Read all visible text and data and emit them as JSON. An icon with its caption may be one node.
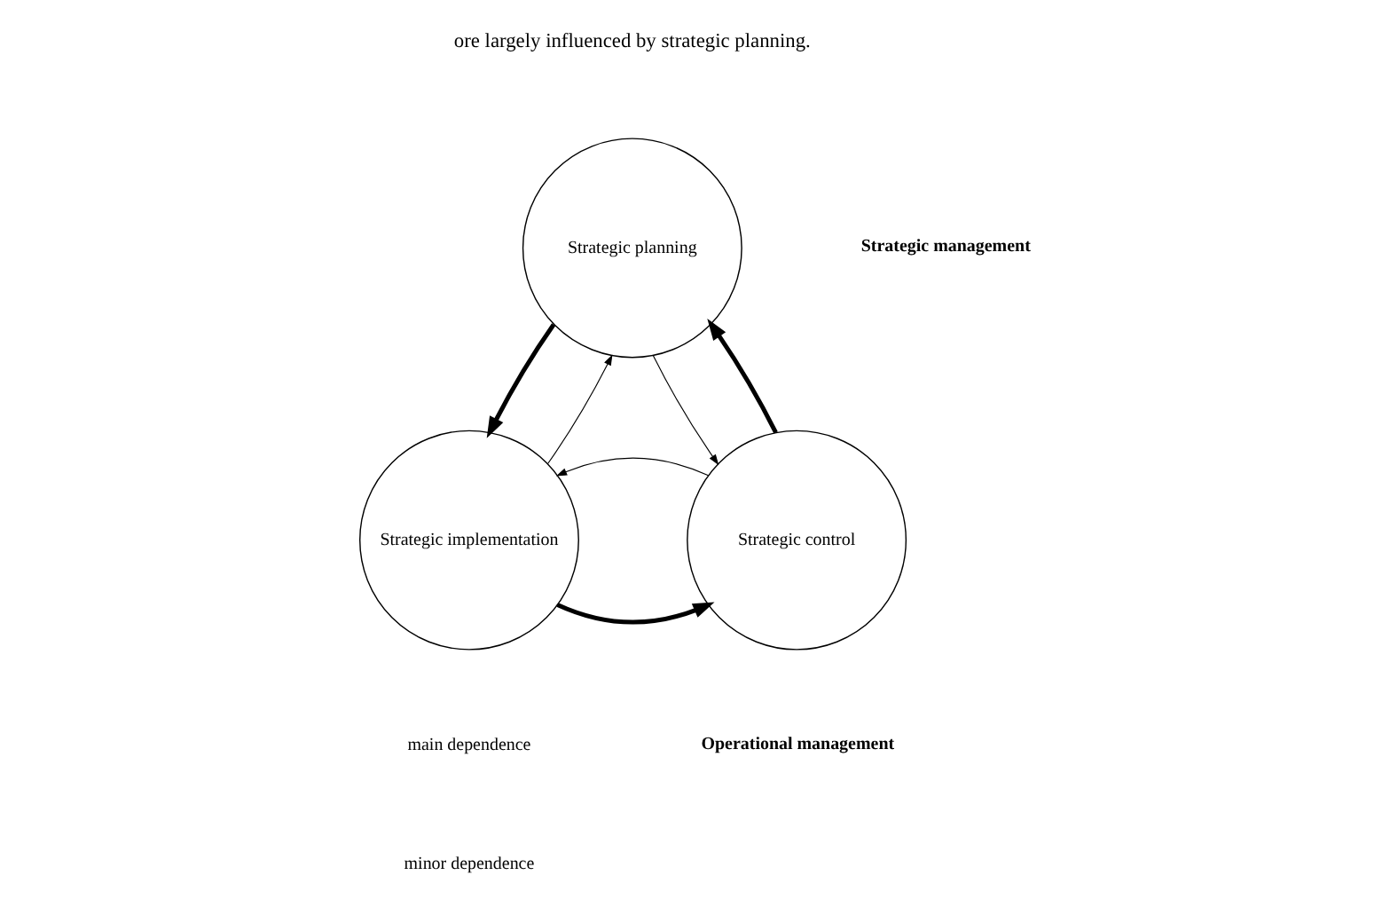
{
  "diagram": {
    "nodes": [
      {
        "text": [
          "Strategic planning"
        ]
      },
      {
        "text": [
          "Strategic implementation"
        ]
      },
      {
        "text": [
          "Strategic control"
        ]
      }
    ],
    "edges": [
      {
        "from": 1,
        "to": 0,
        "arrow": "to"
      },
      {
        "from": 0,
        "to": 1,
        "arrow": "to",
        "style": "thick"
      },
      {
        "from": 0,
        "to": 2,
        "arrow": "to"
      },
      {
        "from": 2,
        "to": 0,
        "arrow": "to",
        "style": "thick"
      },
      {
        "from": 1,
        "to": 2,
        "arrow": "to",
        "style": "thick"
      },
      {
        "from": 2,
        "to": 1,
        "arrow": "to"
      }
    ],
    "labels": [
      "ore largely influenced by strategic planning.",
      "Strategic management",
      "Operational management"
    ],
    "legend": [
      {
        "text": "main dependence"
      },
      {
        "text": "minor dependence"
      }
    ]
  }
}
